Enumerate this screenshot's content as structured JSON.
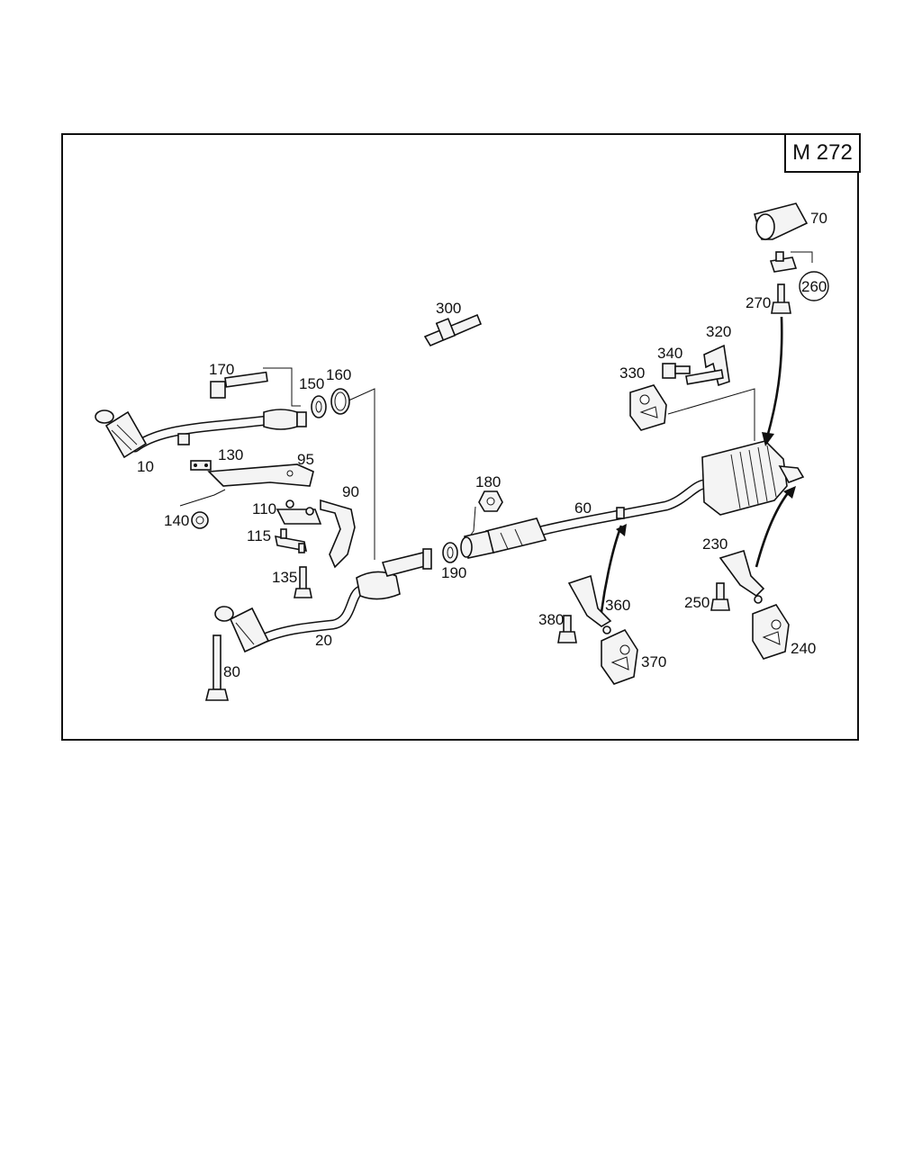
{
  "model": "M 272",
  "part_labels": {
    "p10": "10",
    "p20": "20",
    "p60": "60",
    "p70": "70",
    "p80": "80",
    "p90": "90",
    "p95": "95",
    "p110": "110",
    "p115": "115",
    "p130": "130",
    "p135": "135",
    "p140": "140",
    "p150": "150",
    "p160": "160",
    "p170": "170",
    "p180": "180",
    "p190": "190",
    "p230": "230",
    "p240": "240",
    "p250": "250",
    "p260": "260",
    "p270": "270",
    "p300": "300",
    "p320": "320",
    "p330": "330",
    "p340": "340",
    "p360": "360",
    "p370": "370",
    "p380": "380"
  }
}
